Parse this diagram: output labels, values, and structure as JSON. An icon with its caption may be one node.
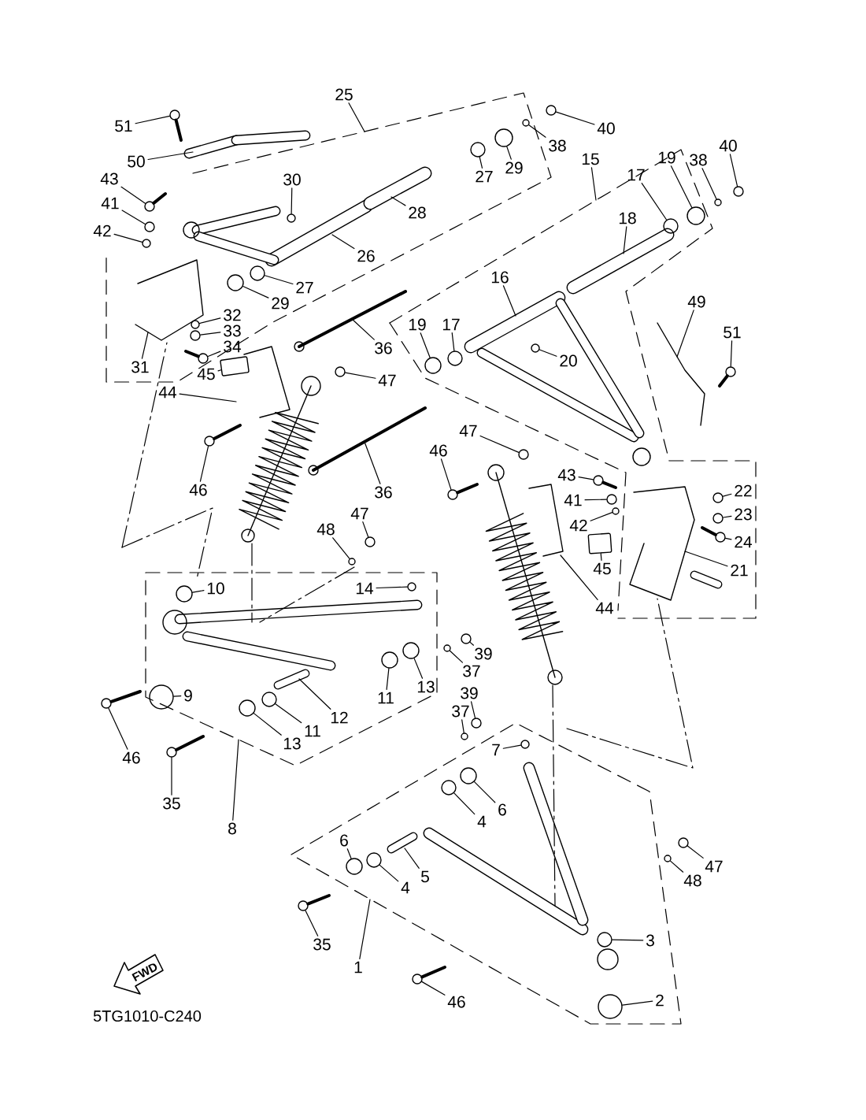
{
  "diagram": {
    "nodes": [
      {
        "text": [
          "25"
        ]
      },
      {
        "text": [
          "51"
        ]
      },
      {
        "text": [
          "50"
        ]
      },
      {
        "text": [
          "43"
        ]
      },
      {
        "text": [
          "41"
        ]
      },
      {
        "text": [
          "42"
        ]
      },
      {
        "text": [
          "30"
        ]
      },
      {
        "text": [
          "28"
        ]
      },
      {
        "text": [
          "27"
        ]
      },
      {
        "text": [
          "29"
        ]
      },
      {
        "text": [
          "38"
        ]
      },
      {
        "text": [
          "40"
        ]
      },
      {
        "text": [
          "15"
        ]
      },
      {
        "text": [
          "17"
        ]
      },
      {
        "text": [
          "19"
        ]
      },
      {
        "text": [
          "38"
        ]
      },
      {
        "text": [
          "40"
        ]
      },
      {
        "text": [
          "18"
        ]
      },
      {
        "text": [
          "26"
        ]
      },
      {
        "text": [
          "27"
        ]
      },
      {
        "text": [
          "29"
        ]
      },
      {
        "text": [
          "16"
        ]
      },
      {
        "text": [
          "32"
        ]
      },
      {
        "text": [
          "33"
        ]
      },
      {
        "text": [
          "34"
        ]
      },
      {
        "text": [
          "36"
        ]
      },
      {
        "text": [
          "19"
        ]
      },
      {
        "text": [
          "17"
        ]
      },
      {
        "text": [
          "20"
        ]
      },
      {
        "text": [
          "49"
        ]
      },
      {
        "text": [
          "51"
        ]
      },
      {
        "text": [
          "31"
        ]
      },
      {
        "text": [
          "47"
        ]
      },
      {
        "text": [
          "45"
        ]
      },
      {
        "text": [
          "44"
        ]
      },
      {
        "text": [
          "46"
        ]
      },
      {
        "text": [
          "36"
        ]
      },
      {
        "text": [
          "46"
        ]
      },
      {
        "text": [
          "47"
        ]
      },
      {
        "text": [
          "43"
        ]
      },
      {
        "text": [
          "41"
        ]
      },
      {
        "text": [
          "42"
        ]
      },
      {
        "text": [
          "22"
        ]
      },
      {
        "text": [
          "23"
        ]
      },
      {
        "text": [
          "24"
        ]
      },
      {
        "text": [
          "21"
        ]
      },
      {
        "text": [
          "48"
        ]
      },
      {
        "text": [
          "47"
        ]
      },
      {
        "text": [
          "45"
        ]
      },
      {
        "text": [
          "10"
        ]
      },
      {
        "text": [
          "14"
        ]
      },
      {
        "text": [
          "44"
        ]
      },
      {
        "text": [
          "11"
        ]
      },
      {
        "text": [
          "13"
        ]
      },
      {
        "text": [
          "37"
        ]
      },
      {
        "text": [
          "39"
        ]
      },
      {
        "text": [
          "9"
        ]
      },
      {
        "text": [
          "12"
        ]
      },
      {
        "text": [
          "11"
        ]
      },
      {
        "text": [
          "13"
        ]
      },
      {
        "text": [
          "46"
        ]
      },
      {
        "text": [
          "39"
        ]
      },
      {
        "text": [
          "37"
        ]
      },
      {
        "text": [
          "7"
        ]
      },
      {
        "text": [
          "35"
        ]
      },
      {
        "text": [
          "8"
        ]
      },
      {
        "text": [
          "6"
        ]
      },
      {
        "text": [
          "4"
        ]
      },
      {
        "text": [
          "6"
        ]
      },
      {
        "text": [
          "48"
        ]
      },
      {
        "text": [
          "47"
        ]
      },
      {
        "text": [
          "4"
        ]
      },
      {
        "text": [
          "5"
        ]
      },
      {
        "text": [
          "35"
        ]
      },
      {
        "text": [
          "3"
        ]
      },
      {
        "text": [
          "1"
        ]
      },
      {
        "text": [
          "46"
        ]
      },
      {
        "text": [
          "2"
        ]
      },
      {
        "text": [],
        "shape": "bolt"
      },
      {
        "text": [],
        "shape": "bolt"
      },
      {
        "text": [],
        "shape": "circle"
      },
      {
        "text": [],
        "shape": "circle"
      },
      {
        "text": [],
        "shape": "circle"
      },
      {
        "text": [],
        "shape": "circle"
      },
      {
        "text": [],
        "shape": "circle"
      },
      {
        "text": [],
        "shape": "circle"
      },
      {
        "text": [],
        "shape": "circle"
      },
      {
        "text": [],
        "shape": "circle"
      },
      {
        "text": [],
        "shape": "circle"
      },
      {
        "text": [],
        "shape": "circle"
      },
      {
        "text": [],
        "shape": "circle"
      },
      {
        "text": [],
        "shape": "circle"
      },
      {
        "text": [],
        "shape": "circle"
      },
      {
        "text": [],
        "shape": "circle"
      },
      {
        "text": [],
        "shape": "circle"
      },
      {
        "text": [],
        "shape": "bolt"
      },
      {
        "text": [],
        "shape": "circle"
      },
      {
        "text": [],
        "shape": "circle"
      },
      {
        "text": [],
        "shape": "circle"
      },
      {
        "text": [],
        "shape": "bolt"
      },
      {
        "text": [],
        "shape": "circle"
      },
      {
        "text": [],
        "shape": "bolt"
      },
      {
        "text": [],
        "shape": "bolt"
      },
      {
        "text": [],
        "shape": "circle"
      },
      {
        "text": [],
        "shape": "bolt"
      },
      {
        "text": [],
        "shape": "circle"
      },
      {
        "text": [],
        "shape": "circle"
      },
      {
        "text": [],
        "shape": "circle"
      },
      {
        "text": [],
        "shape": "circle"
      },
      {
        "text": [],
        "shape": "bolt"
      },
      {
        "text": [],
        "shape": "circle"
      },
      {
        "text": [],
        "shape": "circle"
      },
      {
        "text": [],
        "shape": "circle"
      },
      {
        "text": [],
        "shape": "circle"
      },
      {
        "text": [],
        "shape": "circle"
      },
      {
        "text": [],
        "shape": "circle"
      },
      {
        "text": [],
        "shape": "circle"
      },
      {
        "text": [],
        "shape": "circle"
      },
      {
        "text": [],
        "shape": "circle"
      },
      {
        "text": [],
        "shape": "circle"
      },
      {
        "text": [],
        "shape": "circle"
      },
      {
        "text": [],
        "shape": "bolt"
      },
      {
        "text": [],
        "shape": "circle"
      },
      {
        "text": [],
        "shape": "circle"
      },
      {
        "text": [],
        "shape": "circle"
      },
      {
        "text": [],
        "shape": "bolt"
      },
      {
        "text": [],
        "shape": "circle"
      },
      {
        "text": [],
        "shape": "circle"
      },
      {
        "text": [],
        "shape": "circle"
      },
      {
        "text": [],
        "shape": "circle"
      },
      {
        "text": [],
        "shape": "circle"
      },
      {
        "text": [],
        "shape": "circle"
      },
      {
        "text": [],
        "shape": "bolt"
      },
      {
        "text": [],
        "shape": "circle"
      },
      {
        "text": [],
        "shape": "bolt"
      },
      {
        "text": [],
        "shape": "circle"
      },
      {
        "text": [],
        "shape": "band"
      },
      {
        "text": [],
        "shape": "band"
      }
    ],
    "edges": [
      {
        "from": 0,
        "to": null,
        "arrow": "none"
      },
      {
        "from": 1,
        "to": 78,
        "arrow": "none"
      },
      {
        "from": 2,
        "to": null,
        "arrow": "none"
      },
      {
        "from": 3,
        "to": 79,
        "arrow": "none"
      },
      {
        "from": 4,
        "to": 80,
        "arrow": "none"
      },
      {
        "from": 5,
        "to": 81,
        "arrow": "none"
      },
      {
        "from": 6,
        "to": 82,
        "arrow": "none"
      },
      {
        "from": 7,
        "to": null,
        "arrow": "none"
      },
      {
        "from": 8,
        "to": 83,
        "arrow": "none"
      },
      {
        "from": 9,
        "to": 84,
        "arrow": "none"
      },
      {
        "from": 10,
        "to": 85,
        "arrow": "none"
      },
      {
        "from": 11,
        "to": 86,
        "arrow": "none"
      },
      {
        "from": 12,
        "to": null,
        "arrow": "none"
      },
      {
        "from": 13,
        "to": 87,
        "arrow": "none"
      },
      {
        "from": 14,
        "to": 88,
        "arrow": "none"
      },
      {
        "from": 15,
        "to": 89,
        "arrow": "none"
      },
      {
        "from": 16,
        "to": 90,
        "arrow": "none"
      },
      {
        "from": 17,
        "to": null,
        "arrow": "none"
      },
      {
        "from": 18,
        "to": null,
        "arrow": "none"
      },
      {
        "from": 19,
        "to": 91,
        "arrow": "none"
      },
      {
        "from": 20,
        "to": 92,
        "arrow": "none"
      },
      {
        "from": 21,
        "to": null,
        "arrow": "none"
      },
      {
        "from": 22,
        "to": 93,
        "arrow": "none"
      },
      {
        "from": 23,
        "to": 94,
        "arrow": "none"
      },
      {
        "from": 24,
        "to": 95,
        "arrow": "none"
      },
      {
        "from": 25,
        "to": null,
        "arrow": "none"
      },
      {
        "from": 26,
        "to": 96,
        "arrow": "none"
      },
      {
        "from": 27,
        "to": 97,
        "arrow": "none"
      },
      {
        "from": 28,
        "to": 98,
        "arrow": "none"
      },
      {
        "from": 29,
        "to": null,
        "arrow": "none"
      },
      {
        "from": 30,
        "to": 99,
        "arrow": "none"
      },
      {
        "from": 31,
        "to": null,
        "arrow": "none"
      },
      {
        "from": 32,
        "to": 100,
        "arrow": "none"
      },
      {
        "from": 33,
        "to": 136,
        "arrow": "none"
      },
      {
        "from": 34,
        "to": null,
        "arrow": "none"
      },
      {
        "from": 35,
        "to": 101,
        "arrow": "none"
      },
      {
        "from": 36,
        "to": null,
        "arrow": "none"
      },
      {
        "from": 37,
        "to": 102,
        "arrow": "none"
      },
      {
        "from": 38,
        "to": 103,
        "arrow": "none"
      },
      {
        "from": 39,
        "to": 104,
        "arrow": "none"
      },
      {
        "from": 40,
        "to": 105,
        "arrow": "none"
      },
      {
        "from": 41,
        "to": 106,
        "arrow": "none"
      },
      {
        "from": 42,
        "to": 107,
        "arrow": "none"
      },
      {
        "from": 43,
        "to": 108,
        "arrow": "none"
      },
      {
        "from": 44,
        "to": 109,
        "arrow": "none"
      },
      {
        "from": 45,
        "to": null,
        "arrow": "none"
      },
      {
        "from": 46,
        "to": 110,
        "arrow": "none"
      },
      {
        "from": 47,
        "to": 111,
        "arrow": "none"
      },
      {
        "from": 48,
        "to": 137,
        "arrow": "none"
      },
      {
        "from": 49,
        "to": 112,
        "arrow": "none"
      },
      {
        "from": 50,
        "to": 113,
        "arrow": "none"
      },
      {
        "from": 51,
        "to": null,
        "arrow": "none"
      },
      {
        "from": 52,
        "to": 114,
        "arrow": "none"
      },
      {
        "from": 53,
        "to": 115,
        "arrow": "none"
      },
      {
        "from": 54,
        "to": 116,
        "arrow": "none"
      },
      {
        "from": 55,
        "to": 117,
        "arrow": "none"
      },
      {
        "from": 56,
        "to": 118,
        "arrow": "none"
      },
      {
        "from": 57,
        "to": null,
        "arrow": "none"
      },
      {
        "from": 58,
        "to": 119,
        "arrow": "none"
      },
      {
        "from": 59,
        "to": 120,
        "arrow": "none"
      },
      {
        "from": 60,
        "to": 121,
        "arrow": "none"
      },
      {
        "from": 61,
        "to": 122,
        "arrow": "none"
      },
      {
        "from": 62,
        "to": 123,
        "arrow": "none"
      },
      {
        "from": 63,
        "to": 124,
        "arrow": "none"
      },
      {
        "from": 64,
        "to": 125,
        "arrow": "none"
      },
      {
        "from": 65,
        "to": null,
        "arrow": "none"
      },
      {
        "from": 66,
        "to": 126,
        "arrow": "none"
      },
      {
        "from": 67,
        "to": 127,
        "arrow": "none"
      },
      {
        "from": 68,
        "to": 128,
        "arrow": "none"
      },
      {
        "from": 69,
        "to": 129,
        "arrow": "none"
      },
      {
        "from": 70,
        "to": 130,
        "arrow": "none"
      },
      {
        "from": 71,
        "to": 131,
        "arrow": "none"
      },
      {
        "from": 72,
        "to": null,
        "arrow": "none"
      },
      {
        "from": 73,
        "to": 132,
        "arrow": "none"
      },
      {
        "from": 74,
        "to": 133,
        "arrow": "none"
      },
      {
        "from": 75,
        "to": null,
        "arrow": "none"
      },
      {
        "from": 76,
        "to": 134,
        "arrow": "none"
      },
      {
        "from": 77,
        "to": 135,
        "arrow": "none"
      }
    ],
    "labels": [
      "FWD",
      "5TG1010-C240"
    ]
  }
}
